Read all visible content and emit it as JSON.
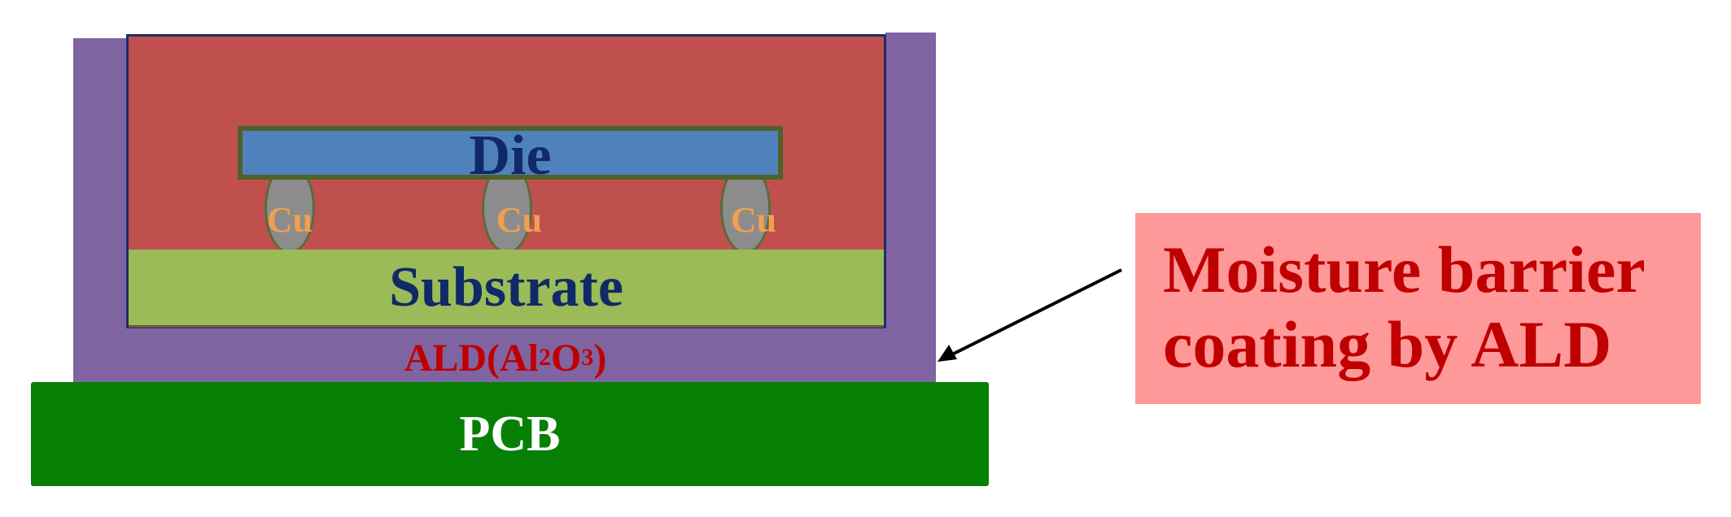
{
  "labels": {
    "die": "Die",
    "cu": "Cu",
    "substrate": "Substrate",
    "ald_prefix": "ALD(Al",
    "ald_sub1": "2",
    "ald_mid": "O",
    "ald_sub2": "3",
    "ald_suffix": ")",
    "pcb": "PCB"
  },
  "callout": {
    "line1": "Moisture barrier",
    "line2": "coating by ALD"
  },
  "colors": {
    "pcb": "#058005",
    "ald": "#8064A2",
    "mold": "#C0504D",
    "substrate": "#9BBB59",
    "die": "#4F81BD",
    "bump": "#8C8C8C",
    "callout_bg": "#FF9999",
    "callout_text": "#C00000"
  }
}
